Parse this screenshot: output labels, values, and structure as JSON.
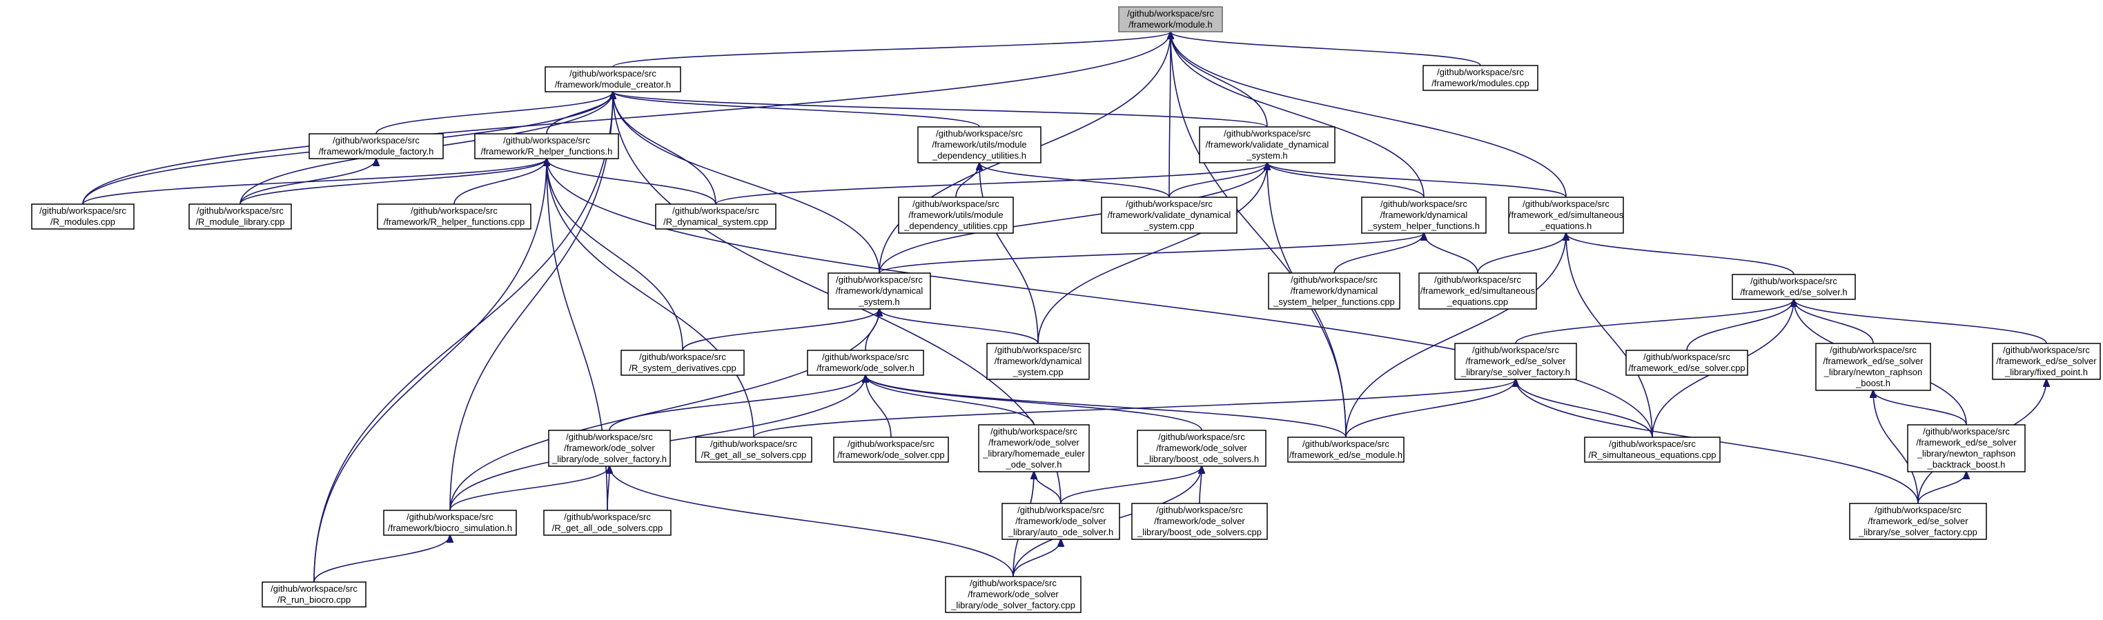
{
  "colors": {
    "edge": "#191970",
    "root_fill": "#bfbfbf",
    "node_fill": "#ffffff",
    "node_border": "#000000"
  },
  "nodes": {
    "module_h": [
      "/github/workspace/src",
      "/framework/module.h"
    ],
    "modules_cpp": [
      "/github/workspace/src",
      "/framework/modules.cpp"
    ],
    "module_creator_h": [
      "/github/workspace/src",
      "/framework/module_creator.h"
    ],
    "module_factory_h": [
      "/github/workspace/src",
      "/framework/module_factory.h"
    ],
    "R_helper_functions_h": [
      "/github/workspace/src",
      "/framework/R_helper_functions.h"
    ],
    "module_dependency_utilities_h": [
      "/github/workspace/src",
      "/framework/utils/module",
      "_dependency_utilities.h"
    ],
    "validate_dynamical_system_h": [
      "/github/workspace/src",
      "/framework/validate_dynamical",
      "_system.h"
    ],
    "R_modules_cpp": [
      "/github/workspace/src",
      "/R_modules.cpp"
    ],
    "R_module_library_cpp": [
      "/github/workspace/src",
      "/R_module_library.cpp"
    ],
    "R_helper_functions_cpp": [
      "/github/workspace/src",
      "/framework/R_helper_functions.cpp"
    ],
    "R_dynamical_system_cpp": [
      "/github/workspace/src",
      "/R_dynamical_system.cpp"
    ],
    "module_dependency_utilities_cpp": [
      "/github/workspace/src",
      "/framework/utils/module",
      "_dependency_utilities.cpp"
    ],
    "validate_dynamical_system_cpp": [
      "/github/workspace/src",
      "/framework/validate_dynamical",
      "_system.cpp"
    ],
    "dynamical_system_helper_functions_h": [
      "/github/workspace/src",
      "/framework/dynamical",
      "_system_helper_functions.h"
    ],
    "simultaneous_equations_h": [
      "/github/workspace/src",
      "/framework_ed/simultaneous",
      "_equations.h"
    ],
    "dynamical_system_h": [
      "/github/workspace/src",
      "/framework/dynamical",
      "_system.h"
    ],
    "dynamical_system_helper_functions_cpp": [
      "/github/workspace/src",
      "/framework/dynamical",
      "_system_helper_functions.cpp"
    ],
    "simultaneous_equations_cpp": [
      "/github/workspace/src",
      "/framework_ed/simultaneous",
      "_equations.cpp"
    ],
    "se_solver_h": [
      "/github/workspace/src",
      "/framework_ed/se_solver.h"
    ],
    "R_system_derivatives_cpp": [
      "/github/workspace/src",
      "/R_system_derivatives.cpp"
    ],
    "ode_solver_h": [
      "/github/workspace/src",
      "/framework/ode_solver.h"
    ],
    "dynamical_system_cpp": [
      "/github/workspace/src",
      "/framework/dynamical",
      "_system.cpp"
    ],
    "se_solver_factory_h": [
      "/github/workspace/src",
      "/framework_ed/se_solver",
      "_library/se_solver_factory.h"
    ],
    "se_solver_cpp": [
      "/github/workspace/src",
      "/framework_ed/se_solver.cpp"
    ],
    "newton_raphson_boost_h": [
      "/github/workspace/src",
      "/framework_ed/se_solver",
      "_library/newton_raphson",
      "_boost.h"
    ],
    "fixed_point_h": [
      "/github/workspace/src",
      "/framework_ed/se_solver",
      "_library/fixed_point.h"
    ],
    "ode_solver_factory_h": [
      "/github/workspace/src",
      "/framework/ode_solver",
      "_library/ode_solver_factory.h"
    ],
    "R_get_all_se_solvers_cpp": [
      "/github/workspace/src",
      "/R_get_all_se_solvers.cpp"
    ],
    "ode_solver_cpp": [
      "/github/workspace/src",
      "/framework/ode_solver.cpp"
    ],
    "homemade_euler_ode_solver_h": [
      "/github/workspace/src",
      "/framework/ode_solver",
      "_library/homemade_euler",
      "_ode_solver.h"
    ],
    "boost_ode_solvers_h": [
      "/github/workspace/src",
      "/framework/ode_solver",
      "_library/boost_ode_solvers.h"
    ],
    "se_module_h": [
      "/github/workspace/src",
      "/framework_ed/se_module.h"
    ],
    "R_simultaneous_equations_cpp": [
      "/github/workspace/src",
      "/R_simultaneous_equations.cpp"
    ],
    "newton_raphson_backtrack_boost_h": [
      "/github/workspace/src",
      "/framework_ed/se_solver",
      "_library/newton_raphson",
      "_backtrack_boost.h"
    ],
    "biocro_simulation_h": [
      "/github/workspace/src",
      "/framework/biocro_simulation.h"
    ],
    "R_get_all_ode_solvers_cpp": [
      "/github/workspace/src",
      "/R_get_all_ode_solvers.cpp"
    ],
    "auto_ode_solver_h": [
      "/github/workspace/src",
      "/framework/ode_solver",
      "_library/auto_ode_solver.h"
    ],
    "boost_ode_solvers_cpp": [
      "/github/workspace/src",
      "/framework/ode_solver",
      "_library/boost_ode_solvers.cpp"
    ],
    "se_solver_factory_cpp": [
      "/github/workspace/src",
      "/framework_ed/se_solver",
      "_library/se_solver_factory.cpp"
    ],
    "R_run_biocro_cpp": [
      "/github/workspace/src",
      "/R_run_biocro.cpp"
    ],
    "ode_solver_factory_cpp": [
      "/github/workspace/src",
      "/framework/ode_solver",
      "_library/ode_solver_factory.cpp"
    ]
  },
  "edges": [
    [
      "modules_cpp",
      "module_h"
    ],
    [
      "module_creator_h",
      "module_h"
    ],
    [
      "validate_dynamical_system_h",
      "module_h"
    ],
    [
      "R_modules_cpp",
      "module_h"
    ],
    [
      "validate_dynamical_system_cpp",
      "module_h"
    ],
    [
      "dynamical_system_helper_functions_h",
      "module_h"
    ],
    [
      "simultaneous_equations_h",
      "module_h"
    ],
    [
      "dynamical_system_h",
      "module_h"
    ],
    [
      "se_module_h",
      "module_h"
    ],
    [
      "module_factory_h",
      "module_creator_h"
    ],
    [
      "R_helper_functions_h",
      "module_creator_h"
    ],
    [
      "module_dependency_utilities_h",
      "module_creator_h"
    ],
    [
      "validate_dynamical_system_h",
      "module_creator_h"
    ],
    [
      "R_modules_cpp",
      "module_creator_h"
    ],
    [
      "R_module_library_cpp",
      "module_creator_h"
    ],
    [
      "R_dynamical_system_cpp",
      "module_creator_h"
    ],
    [
      "dynamical_system_h",
      "module_creator_h"
    ],
    [
      "biocro_simulation_h",
      "module_creator_h"
    ],
    [
      "R_run_biocro_cpp",
      "module_creator_h"
    ],
    [
      "auto_ode_solver_h",
      "module_creator_h"
    ],
    [
      "R_module_library_cpp",
      "module_factory_h"
    ],
    [
      "R_modules_cpp",
      "R_helper_functions_h"
    ],
    [
      "R_module_library_cpp",
      "R_helper_functions_h"
    ],
    [
      "R_helper_functions_cpp",
      "R_helper_functions_h"
    ],
    [
      "R_dynamical_system_cpp",
      "R_helper_functions_h"
    ],
    [
      "R_system_derivatives_cpp",
      "R_helper_functions_h"
    ],
    [
      "R_get_all_se_solvers_cpp",
      "R_helper_functions_h"
    ],
    [
      "R_get_all_ode_solvers_cpp",
      "R_helper_functions_h"
    ],
    [
      "R_run_biocro_cpp",
      "R_helper_functions_h"
    ],
    [
      "R_simultaneous_equations_cpp",
      "R_helper_functions_h"
    ],
    [
      "module_dependency_utilities_cpp",
      "module_dependency_utilities_h"
    ],
    [
      "validate_dynamical_system_cpp",
      "module_dependency_utilities_h"
    ],
    [
      "dynamical_system_cpp",
      "module_dependency_utilities_h"
    ],
    [
      "R_dynamical_system_cpp",
      "validate_dynamical_system_h"
    ],
    [
      "validate_dynamical_system_cpp",
      "validate_dynamical_system_h"
    ],
    [
      "dynamical_system_helper_functions_h",
      "validate_dynamical_system_h"
    ],
    [
      "simultaneous_equations_h",
      "validate_dynamical_system_h"
    ],
    [
      "dynamical_system_h",
      "validate_dynamical_system_h"
    ],
    [
      "dynamical_system_cpp",
      "validate_dynamical_system_h"
    ],
    [
      "se_module_h",
      "validate_dynamical_system_h"
    ],
    [
      "dynamical_system_helper_functions_cpp",
      "dynamical_system_helper_functions_h"
    ],
    [
      "simultaneous_equations_cpp",
      "dynamical_system_helper_functions_h"
    ],
    [
      "dynamical_system_h",
      "dynamical_system_helper_functions_h"
    ],
    [
      "simultaneous_equations_cpp",
      "simultaneous_equations_h"
    ],
    [
      "se_solver_h",
      "simultaneous_equations_h"
    ],
    [
      "se_module_h",
      "simultaneous_equations_h"
    ],
    [
      "R_simultaneous_equations_cpp",
      "simultaneous_equations_h"
    ],
    [
      "R_system_derivatives_cpp",
      "dynamical_system_h"
    ],
    [
      "ode_solver_h",
      "dynamical_system_h"
    ],
    [
      "dynamical_system_cpp",
      "dynamical_system_h"
    ],
    [
      "biocro_simulation_h",
      "dynamical_system_h"
    ],
    [
      "se_solver_factory_h",
      "se_solver_h"
    ],
    [
      "se_solver_cpp",
      "se_solver_h"
    ],
    [
      "newton_raphson_boost_h",
      "se_solver_h"
    ],
    [
      "fixed_point_h",
      "se_solver_h"
    ],
    [
      "newton_raphson_backtrack_boost_h",
      "se_solver_h"
    ],
    [
      "R_simultaneous_equations_cpp",
      "se_solver_h"
    ],
    [
      "ode_solver_factory_h",
      "ode_solver_h"
    ],
    [
      "ode_solver_cpp",
      "ode_solver_h"
    ],
    [
      "homemade_euler_ode_solver_h",
      "ode_solver_h"
    ],
    [
      "boost_ode_solvers_h",
      "ode_solver_h"
    ],
    [
      "biocro_simulation_h",
      "ode_solver_h"
    ],
    [
      "se_module_h",
      "ode_solver_h"
    ],
    [
      "R_get_all_se_solvers_cpp",
      "se_solver_factory_h"
    ],
    [
      "se_module_h",
      "se_solver_factory_h"
    ],
    [
      "R_simultaneous_equations_cpp",
      "se_solver_factory_h"
    ],
    [
      "se_solver_factory_cpp",
      "se_solver_factory_h"
    ],
    [
      "newton_raphson_backtrack_boost_h",
      "newton_raphson_boost_h"
    ],
    [
      "se_solver_factory_cpp",
      "newton_raphson_boost_h"
    ],
    [
      "se_solver_factory_cpp",
      "fixed_point_h"
    ],
    [
      "se_solver_factory_cpp",
      "newton_raphson_backtrack_boost_h"
    ],
    [
      "biocro_simulation_h",
      "ode_solver_factory_h"
    ],
    [
      "R_get_all_ode_solvers_cpp",
      "ode_solver_factory_h"
    ],
    [
      "ode_solver_factory_cpp",
      "ode_solver_factory_h"
    ],
    [
      "auto_ode_solver_h",
      "homemade_euler_ode_solver_h"
    ],
    [
      "ode_solver_factory_cpp",
      "homemade_euler_ode_solver_h"
    ],
    [
      "auto_ode_solver_h",
      "boost_ode_solvers_h"
    ],
    [
      "boost_ode_solvers_cpp",
      "boost_ode_solvers_h"
    ],
    [
      "ode_solver_factory_cpp",
      "boost_ode_solvers_h"
    ],
    [
      "ode_solver_factory_cpp",
      "auto_ode_solver_h"
    ],
    [
      "R_run_biocro_cpp",
      "biocro_simulation_h"
    ]
  ]
}
